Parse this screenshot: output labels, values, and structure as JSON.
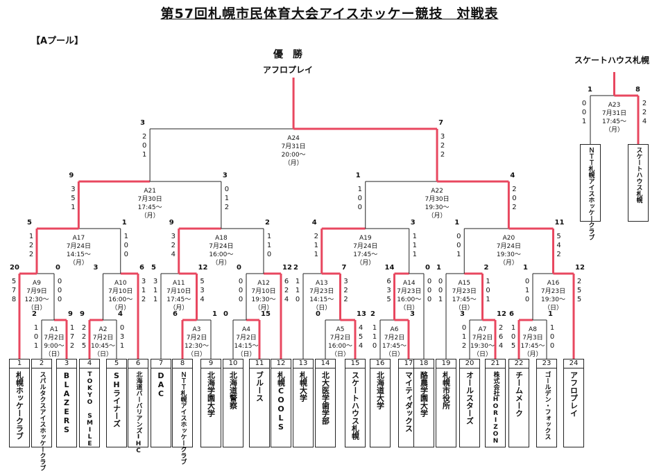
{
  "title": "第57回札幌市民体育大会アイスホッケー競技　対戦表",
  "pool_label": "【Aプール】",
  "champion": {
    "label": "優　勝",
    "team": "アフロプレイ"
  },
  "skate_final": {
    "title": "スケートハウス札幌",
    "match": {
      "id": "A23",
      "date": "7月31日",
      "time": "17:45～",
      "day": "（月）"
    },
    "left_score": "1",
    "right_score": "8",
    "left_periods": [
      "0",
      "0",
      "1"
    ],
    "right_periods": [
      "2",
      "2",
      "4"
    ],
    "teams": [
      "ＮＴＴ札幌アイスホッケークラブ",
      "スケートハウス札幌"
    ]
  },
  "teams": [
    {
      "num": "1",
      "name": "札幌ホッケークラブ"
    },
    {
      "num": "2",
      "name": "スパルタクスアイスホッケークラブ"
    },
    {
      "num": "3",
      "name": "BLAZERS"
    },
    {
      "num": "4",
      "name": "TOKYO SMILE"
    },
    {
      "num": "5",
      "name": "SHライナーズ"
    },
    {
      "num": "6",
      "name": "北海道バーバリアンズIHC"
    },
    {
      "num": "7",
      "name": "DAC"
    },
    {
      "num": "8",
      "name": "ＮＴＴ札幌アイスホッケークラブ"
    },
    {
      "num": "9",
      "name": "北海学園大学"
    },
    {
      "num": "10",
      "name": "北海道警察"
    },
    {
      "num": "11",
      "name": "ブルース"
    },
    {
      "num": "12",
      "name": "札幌COOLS"
    },
    {
      "num": "13",
      "name": "札幌大学"
    },
    {
      "num": "14",
      "name": "北大医学歯学部"
    },
    {
      "num": "15",
      "name": "スケートハウス札幌"
    },
    {
      "num": "16",
      "name": "北海道大学"
    },
    {
      "num": "17",
      "name": "マイティダックス"
    },
    {
      "num": "18",
      "name": "酪農学園大学"
    },
    {
      "num": "19",
      "name": "札幌市役所"
    },
    {
      "num": "20",
      "name": "オールスターズ"
    },
    {
      "num": "21",
      "name": "株式会社HORIZON"
    },
    {
      "num": "22",
      "name": "チームメーク"
    },
    {
      "num": "23",
      "name": "ゴールデン・フォックス"
    },
    {
      "num": "24",
      "name": "アフロプレイ"
    }
  ],
  "matches": {
    "A1": {
      "id": "A1",
      "date": "7月2日",
      "time": "9:00～",
      "day": "（日）",
      "ls": "2",
      "rs": "9",
      "lp": [
        "1",
        "0",
        "1"
      ],
      "rp": [
        "1",
        "7",
        "2"
      ]
    },
    "A2": {
      "id": "A2",
      "date": "7月2日",
      "time": "10:45～",
      "day": "（日）",
      "ls": "9",
      "rs": "4",
      "lp": [
        "2",
        "2",
        "5"
      ],
      "rp": [
        "0",
        "3",
        "1"
      ]
    },
    "A3": {
      "id": "A3",
      "date": "7月2日",
      "time": "12:30～",
      "day": "（日）",
      "ls": "6",
      "rs": "1",
      "lp": [
        "",
        "",
        ""
      ],
      "rp": [
        "",
        "",
        ""
      ]
    },
    "A4": {
      "id": "A4",
      "date": "7月2日",
      "time": "14:15～",
      "day": "（日）",
      "ls": "0",
      "rs": "15",
      "lp": [
        "",
        "",
        ""
      ],
      "rp": [
        "",
        "",
        ""
      ]
    },
    "A5": {
      "id": "A5",
      "date": "7月2日",
      "time": "16:00～",
      "day": "（日）",
      "ls": "0",
      "rs": "13",
      "lp": [
        "",
        "",
        ""
      ],
      "rp": [
        "4",
        "5",
        "4"
      ]
    },
    "A6": {
      "id": "A6",
      "date": "7月2日",
      "time": "17:45～",
      "day": "（日）",
      "ls": "2",
      "rs": "3",
      "lp": [
        "1",
        "1",
        "0"
      ],
      "rp": [
        "",
        "",
        ""
      ]
    },
    "A7": {
      "id": "A7",
      "date": "7月2日",
      "time": "19:30～",
      "day": "（日）",
      "ls": "3",
      "rs": "12",
      "lp": [
        "0",
        "1",
        "2"
      ],
      "rp": [
        "2",
        "6",
        "4"
      ]
    },
    "A8": {
      "id": "A8",
      "date": "7月3日",
      "time": "17:45～",
      "day": "（月）",
      "ls": "6",
      "rs": "1",
      "lp": [
        "1",
        "0",
        "5"
      ],
      "rp": [
        "1",
        "0",
        "0"
      ]
    },
    "A9": {
      "id": "A9",
      "date": "7月9日",
      "time": "12:30～",
      "day": "（日）",
      "ls": "20",
      "rs": "0",
      "lp": [
        "5",
        "7",
        "8"
      ],
      "rp": [
        "0",
        "0",
        "0"
      ]
    },
    "A10": {
      "id": "A10",
      "date": "7月10日",
      "time": "16:00～",
      "day": "（月）",
      "ls": "3",
      "rs": "6",
      "lp": [
        "",
        "",
        ""
      ],
      "rp": [
        "3",
        "1",
        "2"
      ]
    },
    "A11": {
      "id": "A11",
      "date": "7月10日",
      "time": "17:45～",
      "day": "（月）",
      "ls": "5",
      "rs": "12",
      "lp": [
        "3",
        "1",
        "1"
      ],
      "rp": [
        "5",
        "3",
        "4"
      ]
    },
    "A12": {
      "id": "A12",
      "date": "7月10日",
      "time": "19:30～",
      "day": "（月）",
      "ls": "0",
      "rs": "12",
      "lp": [
        "0",
        "0",
        "0"
      ],
      "rp": [
        "6",
        "2",
        "4"
      ]
    },
    "A13": {
      "id": "A13",
      "date": "7月23日",
      "time": "14:15～",
      "day": "（日）",
      "ls": "2",
      "rs": "7",
      "lp": [
        "1",
        "1",
        "0"
      ],
      "rp": [
        "3",
        "2",
        "2"
      ]
    },
    "A14": {
      "id": "A14",
      "date": "7月23日",
      "time": "16:00～",
      "day": "（日）",
      "ls": "14",
      "rs": "0",
      "lp": [
        "6",
        "3",
        "5"
      ],
      "rp": [
        "0",
        "0",
        "0"
      ]
    },
    "A15": {
      "id": "A15",
      "date": "7月23日",
      "time": "17:45～",
      "day": "（日）",
      "ls": "1",
      "rs": "2",
      "lp": [
        "0",
        "0",
        "1"
      ],
      "rp": [
        "1",
        "0",
        "1"
      ]
    },
    "A16": {
      "id": "A16",
      "date": "7月23日",
      "time": "19:30～",
      "day": "（日）",
      "ls": "1",
      "rs": "12",
      "lp": [
        "0",
        "1",
        "0"
      ],
      "rp": [
        "2",
        "5",
        "5"
      ]
    },
    "A17": {
      "id": "A17",
      "date": "7月24日",
      "time": "14:15～",
      "day": "（月）",
      "ls": "5",
      "rs": "1",
      "lp": [
        "1",
        "2",
        "2"
      ],
      "rp": [
        "1",
        "0",
        "0"
      ]
    },
    "A18": {
      "id": "A18",
      "date": "7月24日",
      "time": "16:00～",
      "day": "（月）",
      "ls": "9",
      "rs": "2",
      "lp": [
        "3",
        "2",
        "4"
      ],
      "rp": [
        "1",
        "1",
        "0"
      ]
    },
    "A19": {
      "id": "A19",
      "date": "7月24日",
      "time": "17:45～",
      "day": "（月）",
      "ls": "4",
      "rs": "3",
      "lp": [
        "2",
        "1",
        "1"
      ],
      "rp": [
        "1",
        "1",
        "1"
      ]
    },
    "A20": {
      "id": "A20",
      "date": "7月24日",
      "time": "19:30～",
      "day": "（月）",
      "ls": "1",
      "rs": "11",
      "lp": [
        "0",
        "0",
        "1"
      ],
      "rp": [
        "5",
        "4",
        "2"
      ]
    },
    "A21": {
      "id": "A21",
      "date": "7月30日",
      "time": "17:45～",
      "day": "（月）",
      "ls": "9",
      "rs": "3",
      "lp": [
        "3",
        "5",
        "1"
      ],
      "rp": [
        "0",
        "1",
        "2"
      ]
    },
    "A22": {
      "id": "A22",
      "date": "7月30日",
      "time": "19:30～",
      "day": "（月）",
      "ls": "1",
      "rs": "4",
      "lp": [
        "1",
        "0",
        "0"
      ],
      "rp": [
        "2",
        "0",
        "2"
      ]
    },
    "A24": {
      "id": "A24",
      "date": "7月31日",
      "time": "20:00～",
      "day": "（月）",
      "ls": "3",
      "rs": "7",
      "lp": [
        "2",
        "0",
        "1"
      ],
      "rp": [
        "3",
        "2",
        "2"
      ]
    }
  }
}
